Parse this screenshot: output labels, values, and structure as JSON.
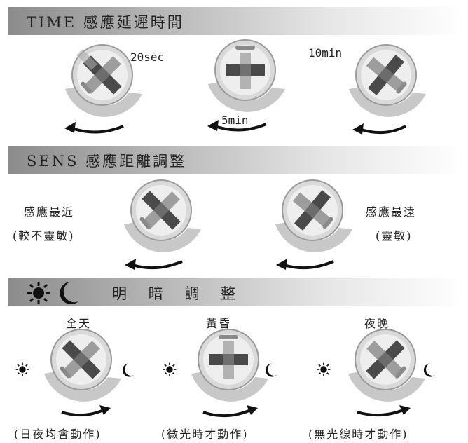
{
  "sections": {
    "time": {
      "title": "TIME 感應延遲時間",
      "labels": {
        "short": "20sec",
        "mid": "5min",
        "long": "10min"
      },
      "arrow_direction": "counter-clockwise"
    },
    "sens": {
      "title": "SENS 感應距離調整",
      "left": {
        "line1": "感應最近",
        "line2": "(較不靈敏)"
      },
      "right": {
        "line1": "感應最遠",
        "line2": "(靈敏)"
      },
      "arrow_direction": "counter-clockwise"
    },
    "lux": {
      "title": "明 暗 調 整",
      "icons": [
        "sun-icon",
        "moon-icon"
      ],
      "options": [
        {
          "name": "全天",
          "desc": "(日夜均會動作)"
        },
        {
          "name": "黃昏",
          "desc": "(微光時才動作)"
        },
        {
          "name": "夜晚",
          "desc": "(無光線時才動作)"
        }
      ],
      "arrow_direction": "clockwise"
    }
  },
  "colors": {
    "arc": "#c8c8c8",
    "knob_border": "#9a9a9a",
    "arrow": "#111111"
  }
}
